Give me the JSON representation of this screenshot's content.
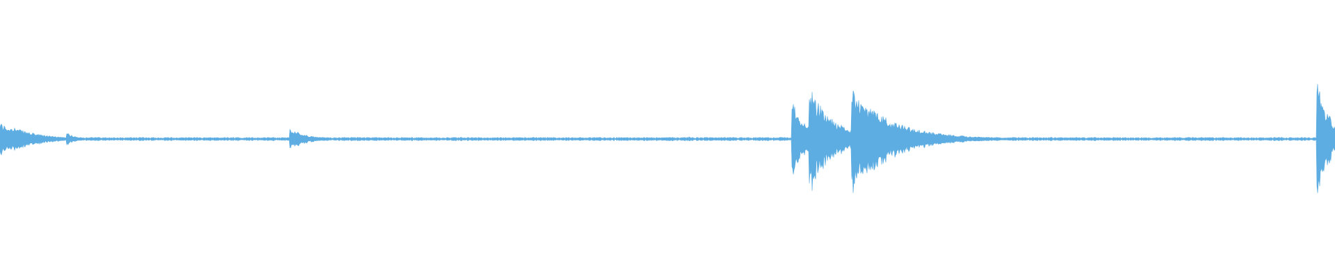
{
  "waveform": {
    "color": "#5dade2",
    "background": "#ffffff",
    "amplitude_scale": "linear",
    "transients": [
      {
        "t": 0.0,
        "peak": 0.12,
        "decay": 0.018,
        "density": 1.0
      },
      {
        "t": 0.0075,
        "peak": 0.1,
        "decay": 0.02,
        "density": 1.0
      },
      {
        "t": 0.05,
        "peak": 0.05,
        "decay": 0.006,
        "density": 1.0
      },
      {
        "t": 0.217,
        "peak": 0.08,
        "decay": 0.012,
        "density": 1.0
      },
      {
        "t": 0.516,
        "peak": 0.02,
        "decay": 0.003,
        "density": 1.0
      },
      {
        "t": 0.593,
        "peak": 0.33,
        "decay": 0.01,
        "density": 1.0
      },
      {
        "t": 0.606,
        "peak": 0.39,
        "decay": 0.018,
        "density": 1.0
      },
      {
        "t": 0.628,
        "peak": 0.09,
        "decay": 0.006,
        "density": 1.0
      },
      {
        "t": 0.638,
        "peak": 0.36,
        "decay": 0.03,
        "density": 1.0
      },
      {
        "t": 0.986,
        "peak": 0.45,
        "decay": 0.01,
        "density": 1.0
      }
    ],
    "noise_floor": 0.008
  }
}
